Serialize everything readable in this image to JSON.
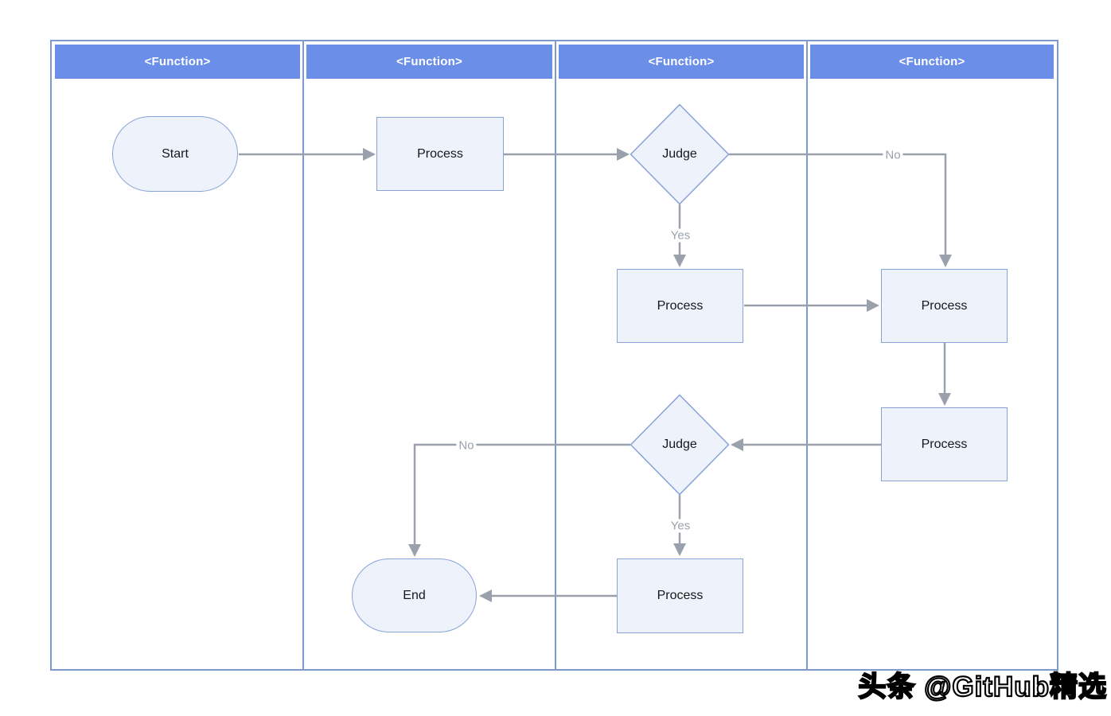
{
  "lanes": [
    {
      "label": "<Function>"
    },
    {
      "label": "<Function>"
    },
    {
      "label": "<Function>"
    },
    {
      "label": "<Function>"
    }
  ],
  "nodes": {
    "start": {
      "type": "terminator",
      "label": "Start",
      "lane": 1
    },
    "process1": {
      "type": "process",
      "label": "Process",
      "lane": 2
    },
    "judge1": {
      "type": "decision",
      "label": "Judge",
      "lane": 3
    },
    "process2": {
      "type": "process",
      "label": "Process",
      "lane": 3
    },
    "process3": {
      "type": "process",
      "label": "Process",
      "lane": 4
    },
    "process4": {
      "type": "process",
      "label": "Process",
      "lane": 4
    },
    "judge2": {
      "type": "decision",
      "label": "Judge",
      "lane": 3
    },
    "process5": {
      "type": "process",
      "label": "Process",
      "lane": 3
    },
    "end": {
      "type": "terminator",
      "label": "End",
      "lane": 2
    }
  },
  "edges": [
    {
      "from": "start",
      "to": "process1",
      "label": ""
    },
    {
      "from": "process1",
      "to": "judge1",
      "label": ""
    },
    {
      "from": "judge1",
      "to": "process3",
      "label": "No"
    },
    {
      "from": "judge1",
      "to": "process2",
      "label": "Yes"
    },
    {
      "from": "process2",
      "to": "process3",
      "label": ""
    },
    {
      "from": "process3",
      "to": "process4",
      "label": ""
    },
    {
      "from": "process4",
      "to": "judge2",
      "label": ""
    },
    {
      "from": "judge2",
      "to": "end",
      "label": "No"
    },
    {
      "from": "judge2",
      "to": "process5",
      "label": "Yes"
    },
    {
      "from": "process5",
      "to": "end",
      "label": ""
    }
  ],
  "edge_labels": {
    "judge1_no": "No",
    "judge1_yes": "Yes",
    "judge2_no": "No",
    "judge2_yes": "Yes"
  },
  "watermark": "头条 @GitHub精选",
  "colors": {
    "header_fill": "#6B8EE8",
    "header_text": "#FFFFFF",
    "lane_border": "#7E99CC",
    "node_fill": "#EDF2FB",
    "node_border": "#88A2D8",
    "arrow": "#9AA1AC",
    "label_text": "#9AA1AC"
  }
}
